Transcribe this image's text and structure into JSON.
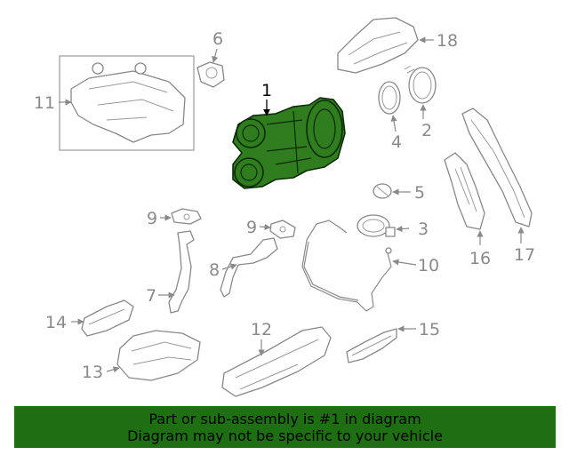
{
  "callouts": {
    "c1": "1",
    "c2": "2",
    "c3": "3",
    "c4": "4",
    "c5": "5",
    "c6": "6",
    "c7": "7",
    "c8": "8",
    "c9a": "9",
    "c9b": "9",
    "c10": "10",
    "c11": "11",
    "c12": "12",
    "c13": "13",
    "c14": "14",
    "c15": "15",
    "c16": "16",
    "c17": "17",
    "c18": "18"
  },
  "colors": {
    "highlight": "#2f7d1f",
    "banner": "#1e6e12",
    "callout": "#8a8a8a"
  },
  "banner": {
    "line1": "Part or sub-assembly is #1 in diagram",
    "line2": "Diagram may not be specific to your vehicle"
  }
}
